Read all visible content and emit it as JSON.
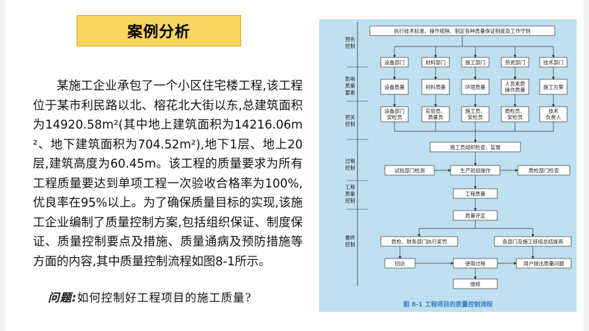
{
  "title": "案例分析",
  "paragraph": "某施工企业承包了一个小区住宅楼工程,该工程位于某市利民路以北、榕花北大街以东,总建筑面积为14920.58m²(其中地上建筑面积为14216.06m²、地下建筑面积为704.52m²),地下1层、地上20层,建筑高度为60.45m。该工程的质量要求为所有工程质量要达到单项工程一次验收合格率为100%,优良率在95%以上。为了确保质量目标的实现,该施工企业编制了质量控制方案,包括组织保证、制度保证、质量控制要点及措施、质量通病及预防措施等方面的内容,其中质量控制流程如图8-1所示。",
  "question_label": "问题:",
  "question_text": "如何控制好工程项目的施工质量?",
  "figure": {
    "caption": "图 8-1    工程项目的质量控制流程",
    "stage_labels": {
      "s1a": "预先",
      "s1b": "控制",
      "s2a": "影响",
      "s2b": "质量",
      "s2c": "要素",
      "s3a": "把关",
      "s3b": "控制",
      "s4a": "过程",
      "s4b": "控制",
      "s5a": "工程",
      "s5b": "质量",
      "s5c": "控制",
      "s6a": "最终",
      "s6b": "控制"
    },
    "boxes": {
      "top": "执行技术标准、操作规程、制定各种质量保证制度及工作守则",
      "d1": "设备部门",
      "d2": "材料部门",
      "d3": "施工部门",
      "d4": "劳资部门",
      "d5": "技术部门",
      "q1": "设备质量",
      "q2": "材料质量",
      "q3": "环境质量",
      "q4a": "人员素质",
      "q4b": "操作质量",
      "q5": "施工方案",
      "c1a": "设备部门",
      "c1b": "安检员",
      "c2a": "实验员、",
      "c2b": "质量员",
      "c3a": "施工员、",
      "c3b": "安检员",
      "c4a": "质检员、",
      "c4b": "安检员",
      "c5a": "技术",
      "c5b": "负责人",
      "org": "施工员组织检查、监督",
      "test": "试验部门检测",
      "prod": "生产班组操作",
      "qc": "质检部门检查",
      "eq": "工程质量",
      "eval": "质量评定",
      "left_ev": "质检、财务部门执行奖罚",
      "right_ev": "各部门及施工班组总结提高",
      "visit": "回访",
      "use": "使用过程",
      "user": "用户提出质量问题",
      "repair": "维修"
    }
  }
}
